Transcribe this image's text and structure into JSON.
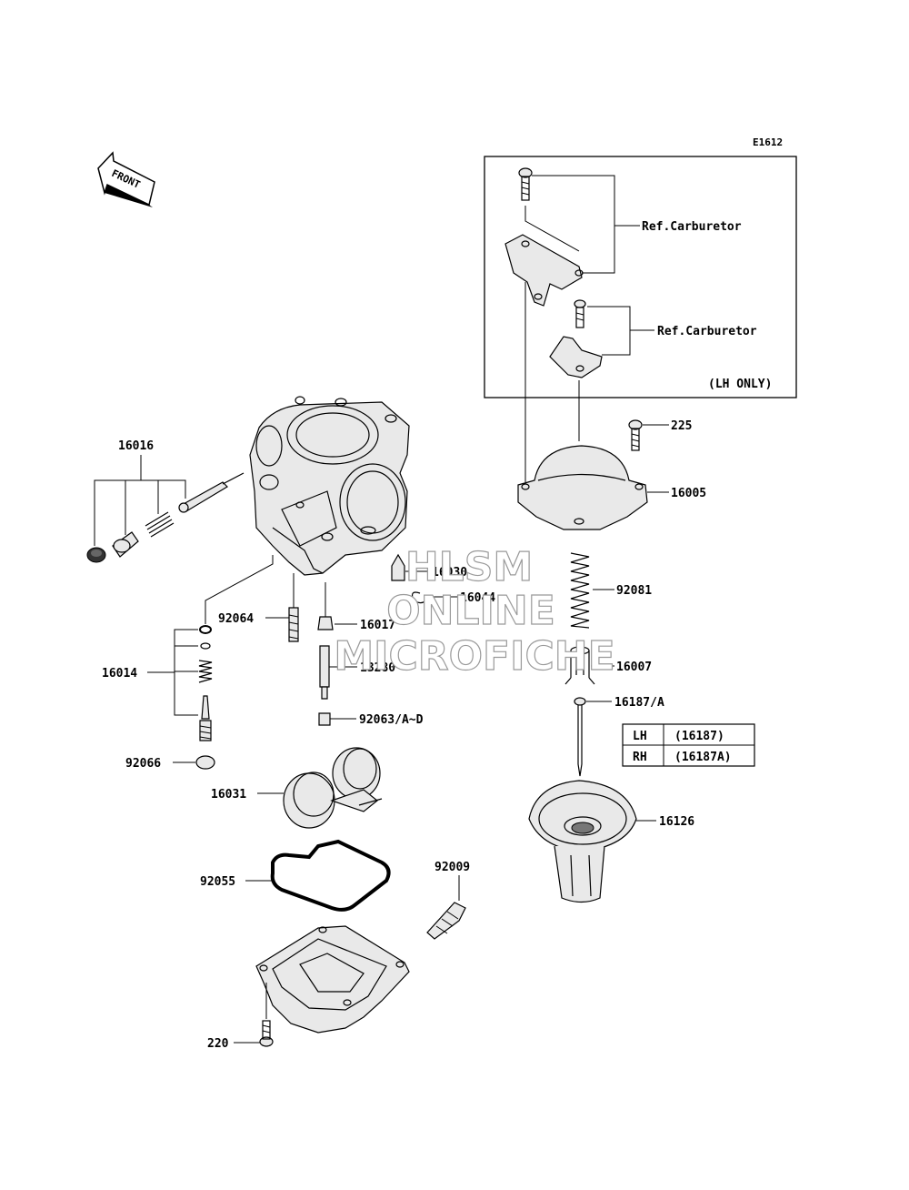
{
  "diagram_code": "E1612",
  "front_arrow_label": "FRONT",
  "lh_only_note": "(LH ONLY)",
  "ref_labels": [
    "Ref.Carburetor",
    "Ref.Carburetor"
  ],
  "parts": {
    "p16016": "16016",
    "p16014": "16014",
    "p92064": "92064",
    "p16017": "16017",
    "p16030": "16030",
    "p16044": "16044",
    "p13280": "13280",
    "p92063": "92063/A~D",
    "p92066": "92066",
    "p16031": "16031",
    "p92055": "92055",
    "p92009": "92009",
    "p220": "220",
    "p225": "225",
    "p16005": "16005",
    "p92081": "92081",
    "p16007": "16007",
    "p16187": "16187/A",
    "p16126": "16126"
  },
  "variant_table": {
    "rows": [
      {
        "side": "LH",
        "part": "(16187)"
      },
      {
        "side": "RH",
        "part": "(16187A)"
      }
    ]
  },
  "watermark": [
    "HLSM",
    "ONLINE",
    "MICROFICHE"
  ]
}
